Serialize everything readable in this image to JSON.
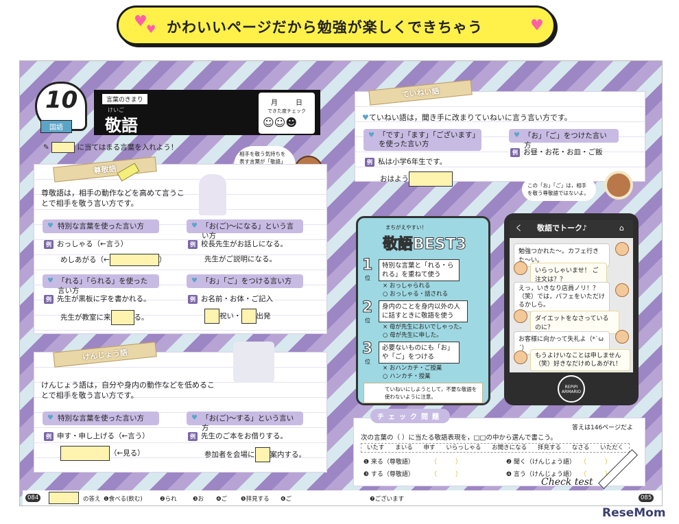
{
  "banner": {
    "text": "かわいいページだから勉強が楽しくできちゃう"
  },
  "left": {
    "lesson_number": "10",
    "subject": "国語",
    "category": "言葉のきまり",
    "title": "敬語",
    "title_ruby": "けいご",
    "date_month": "月",
    "date_day": "日",
    "check_label": "できた度チェック",
    "instruction": "に当てはまる言葉を入れよう！",
    "bear_note": "相手を敬う気持ちを表す言葉が「敬語」だよ。三つの種類の敬語を覚えよう。",
    "sonkeigo": {
      "heading": "尊敬語",
      "desc": "尊敬語は，相手の動作などを高めて言うことで相手を敬う言い方です。",
      "pill1": "特別な言葉を使った言い方",
      "ex1a": "おっしゃる（←言う）",
      "ex1b_pre": "めしあがる（←",
      "ex1b_post": "）",
      "pill2": "「お(ご)〜になる」という言い方",
      "ex2a": "校長先生がお話しになる。",
      "ex2b": "先生がご説明になる。",
      "pill3": "「れる」「られる」を使った言い方",
      "ex3a": "先生が黒板に字を書かれる。",
      "ex3b_pre": "先生が教室に来",
      "ex3b_post": "る。",
      "pill4": "「お」「ご」をつける言い方",
      "ex4a": "お名前・お体・ご記入",
      "ex4b_mid": "祝い・",
      "ex4b_post": "出発"
    },
    "kenjougo": {
      "heading": "けんじょう語",
      "desc": "けんじょう語は，自分や身内の動作などを低めることで相手を敬う言い方です。",
      "pill1": "特別な言葉を使った言い方",
      "ex1a": "申す・申し上げる（←言う）",
      "ex1b": "（←見る）",
      "pill2": "「お(ご)〜する」という言い方",
      "ex2a": "先生のご本をお借りする。",
      "ex2b_pre": "参加者を会場に",
      "ex2b_post": "案内する。"
    },
    "answers": {
      "label": "の答え",
      "items": [
        "❶食べる(飲む)",
        "❷られ",
        "❸お",
        "❹ご",
        "❺拝見する",
        "❻ご"
      ]
    },
    "page_no": "084"
  },
  "right": {
    "teineigo": {
      "heading": "ていねい語",
      "desc": "ていねい語は，聞き手に改まりていねいに言う言い方です。",
      "pill1": "「です」「ます」「ございます」を使った言い方",
      "ex1a": "私は小学6年生です。",
      "ex1b_pre": "おはよう",
      "pill2": "「お」「ご」をつけた言い方",
      "ex2a": "お昼・お花・お皿・ご飯"
    },
    "bear_note": "この「お」「ご」は，相手を敬う尊敬語ではないよ。",
    "best3": {
      "small": "まちがえやすい！",
      "title": "敬語BEST3",
      "items": [
        {
          "rank": "1",
          "unit": "位",
          "box": "特別な言葉と「れる・られる」を重ねて使う",
          "wrong": "× おっしゃられる",
          "right": "○ おっしゃる・話される"
        },
        {
          "rank": "2",
          "unit": "位",
          "box": "身内のことを身内以外の人に話すときに敬語を使う",
          "wrong": "× 母が先生においでしゃった。",
          "right": "○ 母が先生に申した。"
        },
        {
          "rank": "3",
          "unit": "位",
          "box": "必要ないものにも「お」や「ご」をつける",
          "wrong": "× おハンカチ・ご授業",
          "right": "○ ハンカチ・授業"
        }
      ],
      "note": "ていねいにしようとして，不要な敬語を使わないように注意。"
    },
    "chat": {
      "title": "敬語でトーク♪",
      "back": "く",
      "messages": [
        "勉強つかれた〜。カフェ行きた〜い。",
        "いらっしゃいませ！ ご注文は？？",
        "えっ，いきなり店員ノリ！？（笑）では，パフェをいただけるかしら。",
        "ダイエットをなさっているのに？",
        "お客様に向かって失礼よ（*`ω´）",
        "もうよけいなことは申しません（笑）好きなだけめしあがれ！"
      ],
      "brand": "REPIPI ARMARIO"
    },
    "check": {
      "title": "チェック問題",
      "answer_ref": "答えは146ページだよ",
      "question": "次の言葉の（ ）に当たる敬語表現を，□□の中から選んで書こう。",
      "choices": [
        "いたす",
        "まいる",
        "申す",
        "いらっしゃる",
        "お聞きになる",
        "拝見する",
        "なさる",
        "いただく"
      ],
      "items": [
        "❶ 来る（尊敬語）",
        "❷ 聞く（けんじょう語）",
        "❸ する（尊敬語）",
        "❹ 言う（けんじょう語）"
      ],
      "paren": "（　　　）"
    },
    "check_test": "Check test",
    "footer_answer": "❼ございます",
    "page_no": "085"
  },
  "watermark": "ReseMom",
  "colors": {
    "accent": "#7b67a8",
    "pink": "#ff5fa8",
    "yellow": "#fff14a"
  }
}
